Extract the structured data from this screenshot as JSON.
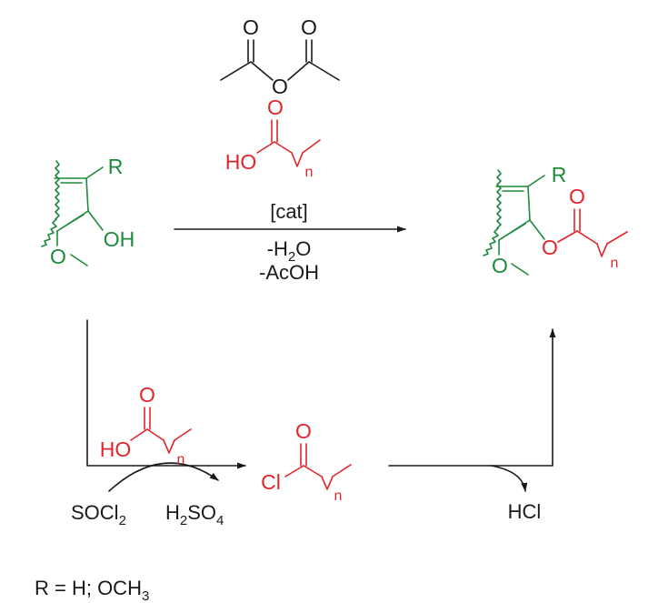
{
  "colors": {
    "text": "#1a1a1a",
    "reactant": "#1d8a3c",
    "reagent": "#e0262b"
  },
  "reagents": {
    "anhydride_o1": "O",
    "anhydride_o2": "O",
    "anhydride_o_bridge": "O",
    "acid_o": "O",
    "acid_ho": "HO",
    "acid_n": "n"
  },
  "reactant": {
    "r": "R",
    "oh": "OH",
    "o_methoxy": "O"
  },
  "conditions": {
    "catalyst": "[cat]",
    "water_prefix": "-H",
    "water_sub": "2",
    "water_suffix": "O",
    "acetic": "-AcOH"
  },
  "product": {
    "r": "R",
    "o_ester": "O",
    "o_carbonyl": "O",
    "o_methoxy": "O",
    "n": "n"
  },
  "lower": {
    "acid_o": "O",
    "acid_ho": "HO",
    "acid_n": "n",
    "socl_main": "SOCl",
    "socl_sub": "2",
    "h2so4_h": "H",
    "h2so4_sub1": "2",
    "h2so4_so": "SO",
    "h2so4_sub2": "4",
    "chloride_o": "O",
    "chloride_cl": "Cl",
    "chloride_n": "n",
    "hcl": "HCl"
  },
  "footnote": {
    "prefix": "R = H; OCH",
    "sub": "3"
  }
}
